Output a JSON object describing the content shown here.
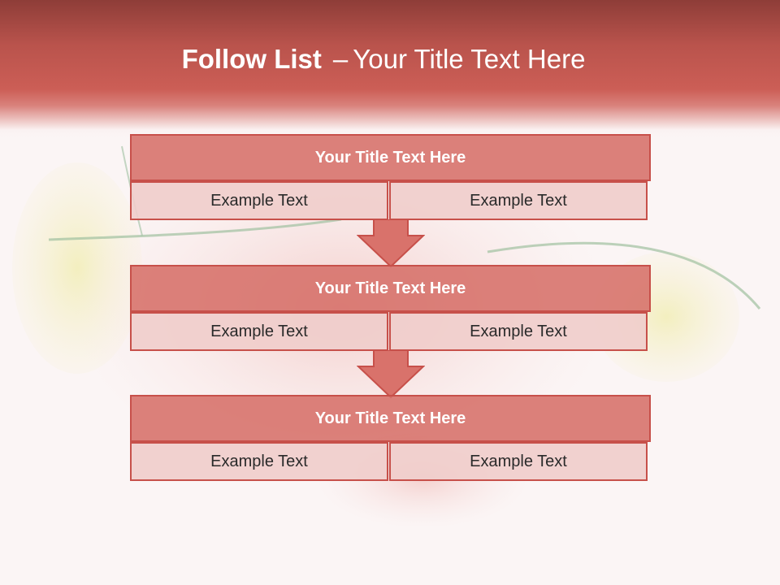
{
  "slide": {
    "title_bold": "Follow List",
    "title_separator": "–",
    "title_rest": "Your Title Text Here"
  },
  "steps": [
    {
      "title": "Your Title Text Here",
      "left_text": "Example Text",
      "right_text": "Example Text"
    },
    {
      "title": "Your Title Text Here",
      "left_text": "Example Text",
      "right_text": "Example Text"
    },
    {
      "title": "Your Title Text Here",
      "left_text": "Example Text",
      "right_text": "Example Text"
    }
  ],
  "colors": {
    "header": "#c75a52",
    "title_bar": "#d77069",
    "cell": "#f0cdcb",
    "border": "#c7504a",
    "arrow": "#d9726b"
  },
  "icons": {
    "connector": "down-arrow-icon"
  }
}
